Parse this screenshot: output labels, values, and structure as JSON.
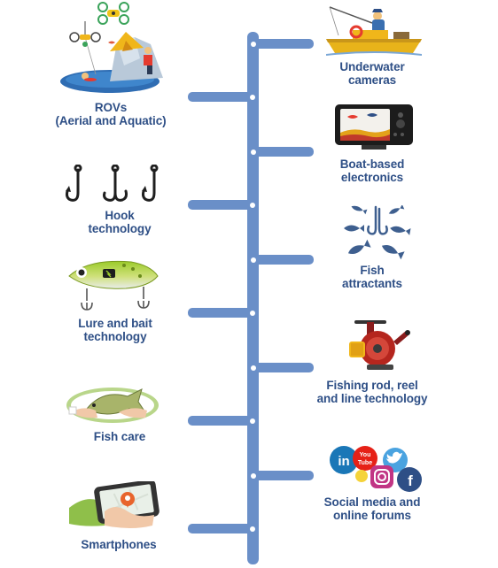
{
  "colors": {
    "timeline": "#6a8fc8",
    "label": "#2e4f86",
    "node": "#ffffff"
  },
  "left_items": [
    {
      "label": "ROVs\n(Aerial and Aquatic)",
      "icon": "drone-and-rov-icon"
    },
    {
      "label": "Hook\ntechnology",
      "icon": "fishing-hooks-icon"
    },
    {
      "label": "Lure and bait\ntechnology",
      "icon": "fishing-lure-icon"
    },
    {
      "label": "Fish care",
      "icon": "hands-holding-fish-icon"
    },
    {
      "label": "Smartphones",
      "icon": "smartphone-map-icon"
    }
  ],
  "right_items": [
    {
      "label": "Underwater\ncameras",
      "icon": "fisherman-boat-icon"
    },
    {
      "label": "Boat-based\nelectronics",
      "icon": "fish-finder-screen-icon"
    },
    {
      "label": "Fish\nattractants",
      "icon": "fish-attractant-icon"
    },
    {
      "label": "Fishing rod, reel\nand line technology",
      "icon": "fishing-reel-icon"
    },
    {
      "label": "Social media and\nonline forums",
      "icon": "social-media-icons-cluster"
    }
  ],
  "social_icon_text": {
    "linkedin": "in",
    "youtube_top": "You",
    "youtube_bottom": "Tube",
    "facebook": "f"
  }
}
